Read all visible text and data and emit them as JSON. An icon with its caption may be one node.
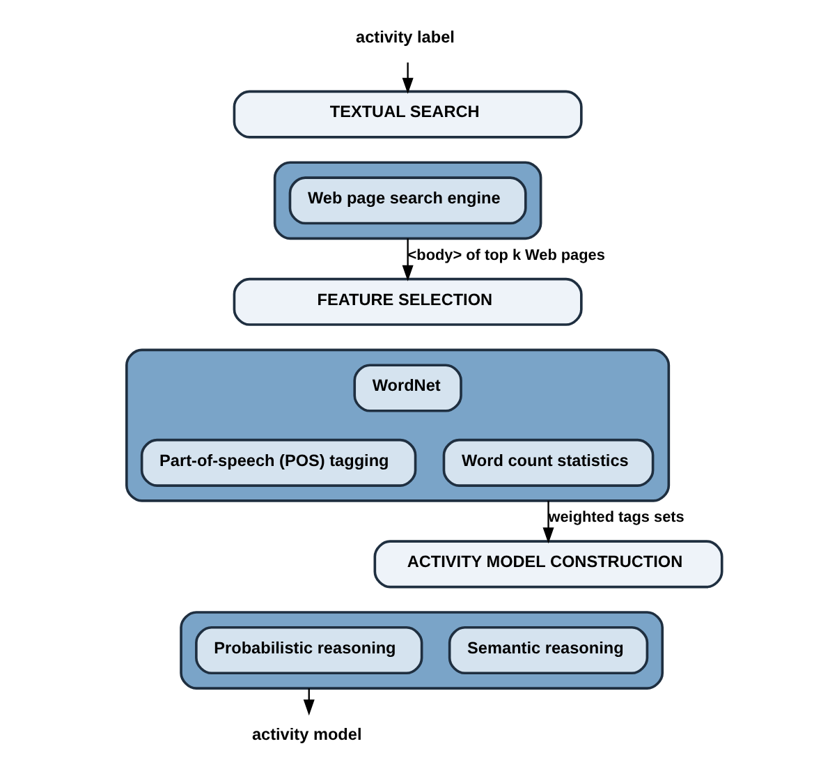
{
  "diagram": {
    "nodes": [
      {
        "text": [
          "activity label"
        ]
      },
      {
        "text": [
          "TEXTUAL SEARCH"
        ]
      },
      {
        "text": [],
        "shape": "box"
      },
      {
        "text": [
          "Web page search engine"
        ],
        "in": 2
      },
      {
        "text": [
          "FEATURE SELECTION"
        ]
      },
      {
        "text": [],
        "shape": "box"
      },
      {
        "text": [
          "WordNet"
        ],
        "in": 5
      },
      {
        "text": [
          "Part-of-speech (POS) tagging"
        ],
        "in": 5
      },
      {
        "text": [
          "Word count statistics"
        ],
        "in": 5
      },
      {
        "text": [
          "ACTIVITY MODEL CONSTRUCTION"
        ]
      },
      {
        "text": [],
        "shape": "box"
      },
      {
        "text": [
          "Semantic reasoning"
        ],
        "in": 10
      },
      {
        "text": [
          "Probabilistic reasoning"
        ],
        "in": 10
      },
      {
        "text": [
          "activity model"
        ]
      }
    ],
    "edges": [
      {
        "from": 0,
        "to": 1,
        "arrow": "to"
      },
      {
        "from": 2,
        "to": 4,
        "arrow": "to",
        "label": "<body> of top k Web pages"
      },
      {
        "from": 5,
        "to": 9,
        "arrow": "to",
        "label": "weighted tags sets"
      },
      {
        "from": 10,
        "to": 13,
        "arrow": "to"
      }
    ]
  }
}
